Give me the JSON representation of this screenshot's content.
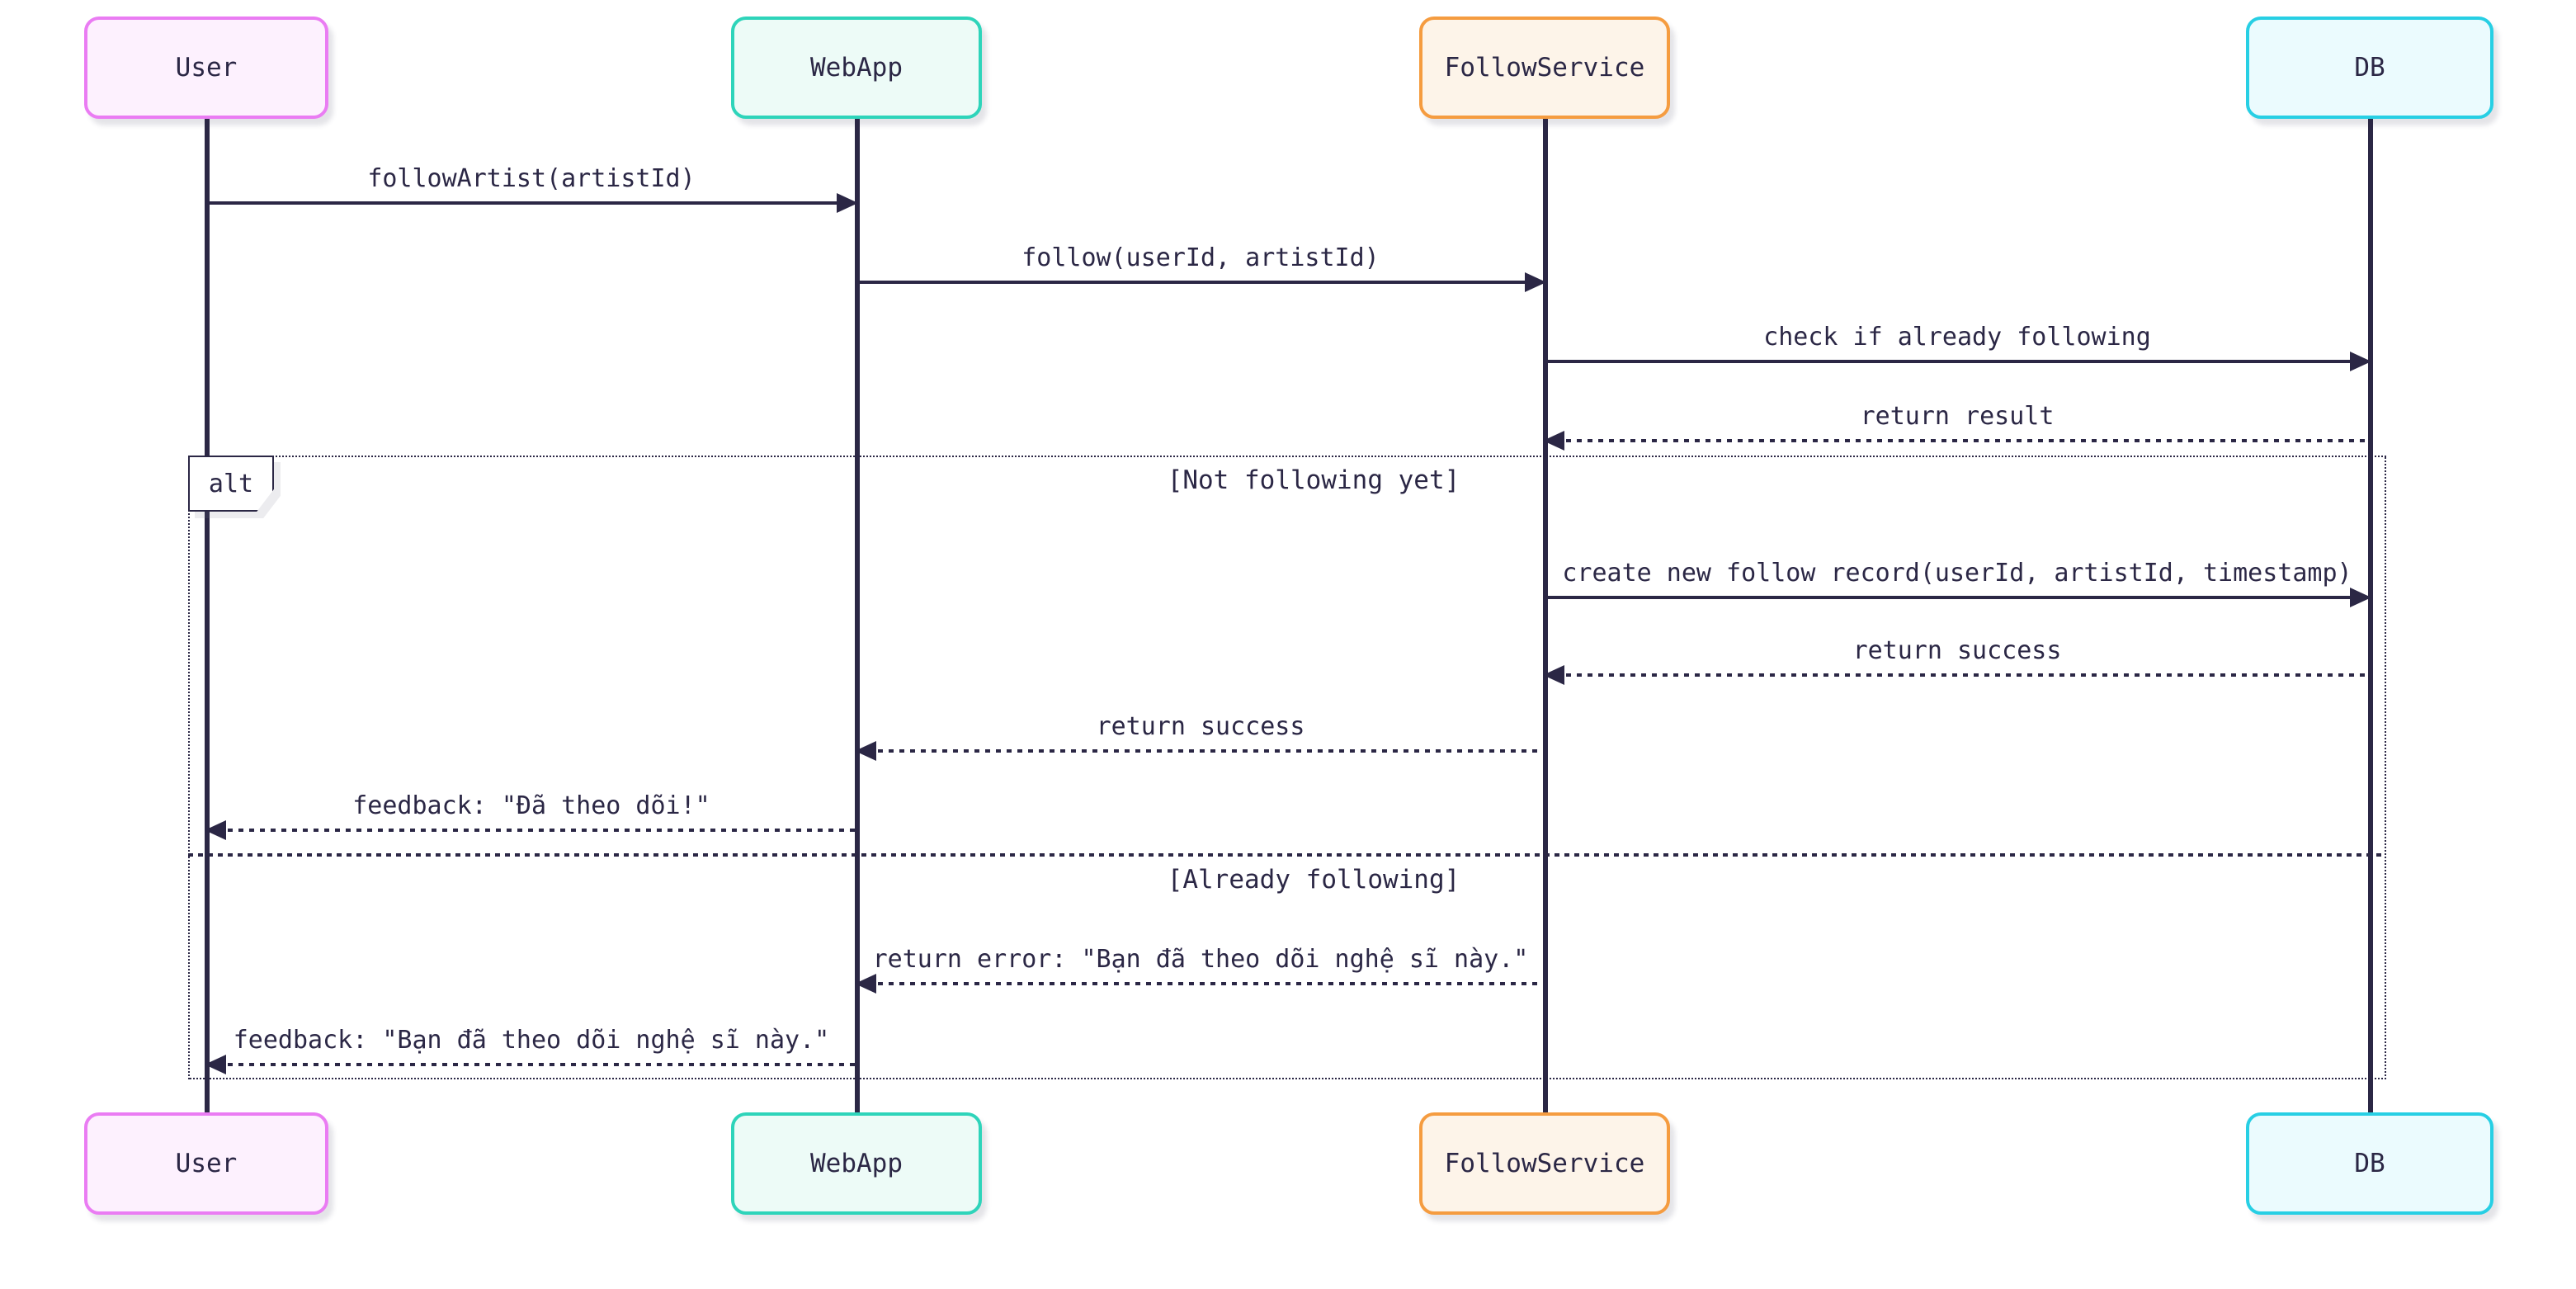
{
  "diagram_type": "sequence",
  "actors": [
    {
      "id": "user",
      "label": "User",
      "border_color": "#ea7cf3",
      "fill_color": "#fdf1fe"
    },
    {
      "id": "webapp",
      "label": "WebApp",
      "border_color": "#2ed4ba",
      "fill_color": "#edfbf7"
    },
    {
      "id": "followservice",
      "label": "FollowService",
      "border_color": "#f59c40",
      "fill_color": "#fdf4e9"
    },
    {
      "id": "db",
      "label": "DB",
      "border_color": "#27cfe4",
      "fill_color": "#ebfbfe"
    }
  ],
  "alt_block": {
    "label": "alt",
    "sections": [
      {
        "condition": "[Not following yet]"
      },
      {
        "condition": "[Already following]"
      }
    ]
  },
  "messages": [
    {
      "from": "User",
      "to": "WebApp",
      "label": "followArtist(artistId)",
      "line": "solid"
    },
    {
      "from": "WebApp",
      "to": "FollowService",
      "label": "follow(userId, artistId)",
      "line": "solid"
    },
    {
      "from": "FollowService",
      "to": "DB",
      "label": "check if already following",
      "line": "solid"
    },
    {
      "from": "DB",
      "to": "FollowService",
      "label": "return result",
      "line": "dashed"
    },
    {
      "from": "FollowService",
      "to": "DB",
      "label": "create new follow record(userId, artistId, timestamp)",
      "line": "solid",
      "alt_section": "[Not following yet]"
    },
    {
      "from": "DB",
      "to": "FollowService",
      "label": "return success",
      "line": "dashed",
      "alt_section": "[Not following yet]"
    },
    {
      "from": "FollowService",
      "to": "WebApp",
      "label": "return success",
      "line": "dashed",
      "alt_section": "[Not following yet]"
    },
    {
      "from": "WebApp",
      "to": "User",
      "label": "feedback: \"Đã theo dõi!\"",
      "line": "dashed",
      "alt_section": "[Not following yet]"
    },
    {
      "from": "FollowService",
      "to": "WebApp",
      "label": "return error: \"Bạn đã theo dõi nghệ sĩ này.\"",
      "line": "dashed",
      "alt_section": "[Already following]"
    },
    {
      "from": "WebApp",
      "to": "User",
      "label": "feedback: \"Bạn đã theo dõi nghệ sĩ này.\"",
      "line": "dashed",
      "alt_section": "[Already following]"
    }
  ],
  "colors": {
    "line": "#2b2745",
    "text": "#2b2745",
    "background": "#ffffff"
  }
}
